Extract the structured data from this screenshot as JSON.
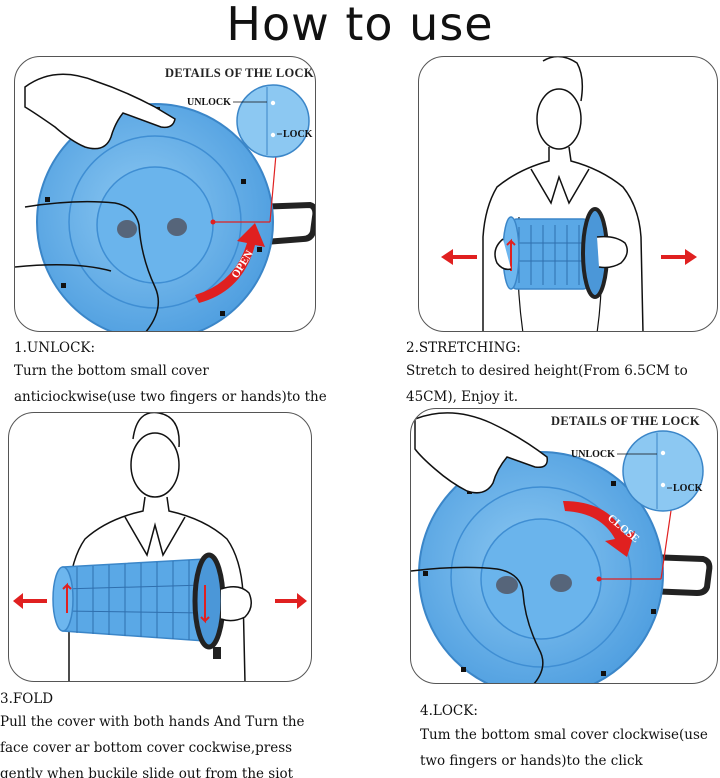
{
  "title": "How to use",
  "steps": [
    {
      "heading": "1.UNLOCK:",
      "text": "Turn the bottom small cover anticiockwise(use two fingers or hands)to the click",
      "lock_details": "DETAILS OF THE LOCK",
      "unlock_label": "UNLOCK",
      "lock_label": "LOCK",
      "arrow_word": "OPEN"
    },
    {
      "heading": "2.STRETCHING:",
      "text": "Stretch to desired height(From 6.5CM to 45CM), Enjoy it."
    },
    {
      "heading": "3.FOLD",
      "text": "Pull the cover with both hands And Turn the face cover ar bottom cover cockwise,press gently when buckile slide out from the siot"
    },
    {
      "heading": "4.LOCK:",
      "text": "Tum the bottom smal cover clockwise(use two fingers or hands)to the click",
      "lock_details": "DETAILS OF THE LOCK",
      "unlock_label": "UNLOCK",
      "lock_label": "LOCK",
      "arrow_word": "CLOSE"
    }
  ],
  "colors": {
    "stool_blue": "#5aa8e6",
    "stool_light": "#8cc8f2",
    "stool_dark": "#3b86c8",
    "arrow_red": "#e02020"
  }
}
